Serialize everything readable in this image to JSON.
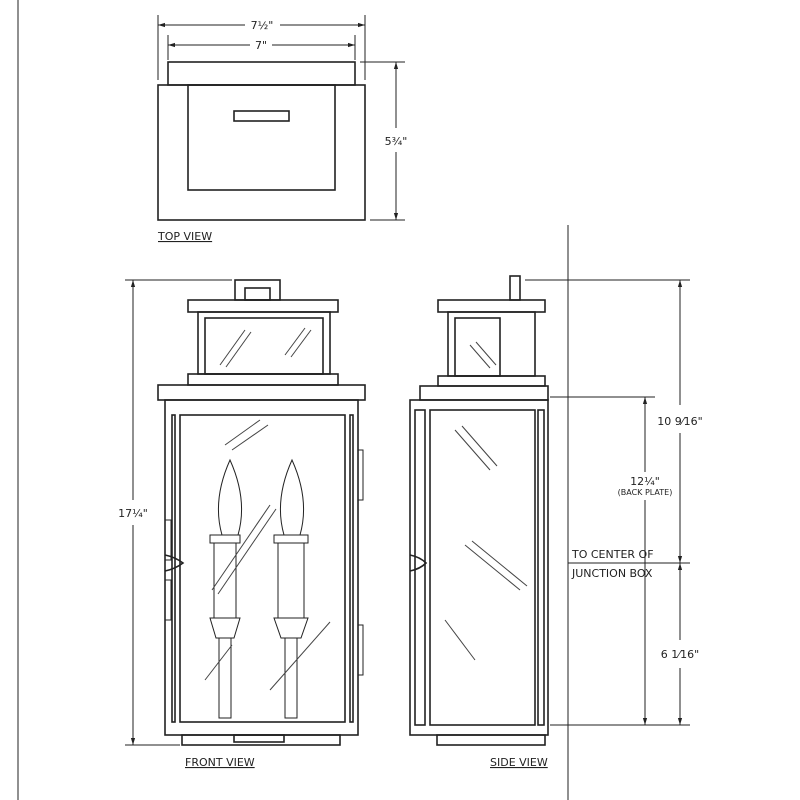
{
  "top_view": {
    "label": "TOP VIEW",
    "dim_overall_width": "7½\"",
    "dim_cap_width": "7\"",
    "dim_depth": "5¾\""
  },
  "front_view": {
    "label": "FRONT VIEW",
    "dim_overall_height": "17¼\""
  },
  "side_view": {
    "label": "SIDE VIEW",
    "dim_top_to_junction": "10 9⁄16\"",
    "dim_back_plate": "12¼\"",
    "back_plate_note": "(BACK PLATE)",
    "junction_line1": "TO CENTER OF",
    "junction_line2": "JUNCTION BOX",
    "dim_junction_to_bottom": "6 1⁄16\""
  }
}
